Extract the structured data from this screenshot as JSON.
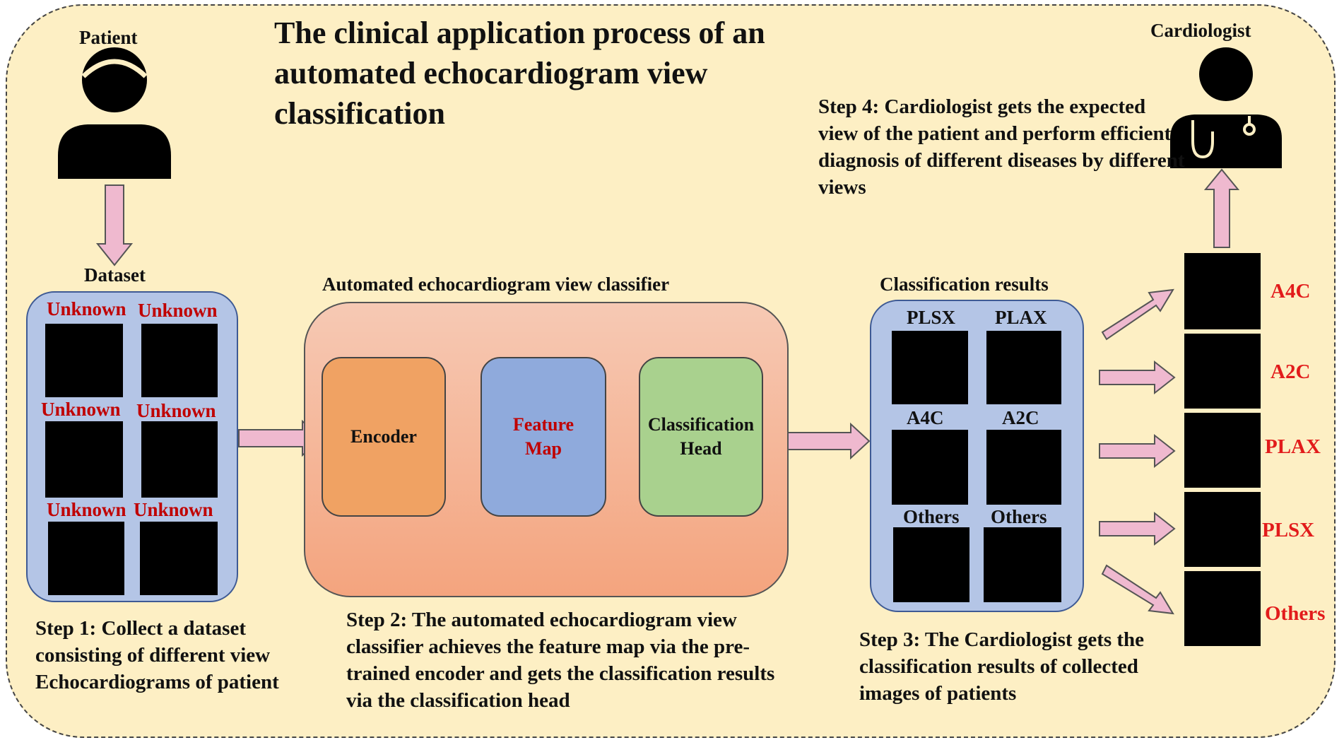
{
  "title": "The clinical application process of an automated echocardiogram view classification",
  "patient_label": "Patient",
  "cardiologist_label": "Cardiologist",
  "dataset_label": "Dataset",
  "dataset_tiles": [
    "Unknown",
    "Unknown",
    "Unknown",
    "Unknown",
    "Unknown",
    "Unknown"
  ],
  "classifier_label": "Automated echocardiogram view classifier",
  "modules": {
    "encoder": "Encoder",
    "feature_map": "Feature Map",
    "classification_head": "Classification Head"
  },
  "results_label": "Classification results",
  "result_tiles": [
    "PLSX",
    "PLAX",
    "A4C",
    "A2C",
    "Others",
    "Others"
  ],
  "output_views": [
    "A4C",
    "A2C",
    "PLAX",
    "PLSX",
    "Others"
  ],
  "step1": "Step 1: Collect a dataset consisting of different view Echocardiograms of patient",
  "step2": "Step 2: The automated echocardiogram view classifier achieves the feature map via the pre-trained encoder and gets the classification results via the classification head",
  "step3": "Step 3: The Cardiologist gets the classification results of collected images of patients",
  "step4": "Step 4: Cardiologist gets the expected view of the patient and perform efficient diagnosis of different diseases by different views",
  "colors": {
    "background": "#fdefc4",
    "panel": "#b4c5e6",
    "encoder": "#f0a263",
    "feature_map": "#8faadc",
    "classification_head": "#a9d18e",
    "arrow": "#efb9cf",
    "label_red": "#c00000"
  }
}
